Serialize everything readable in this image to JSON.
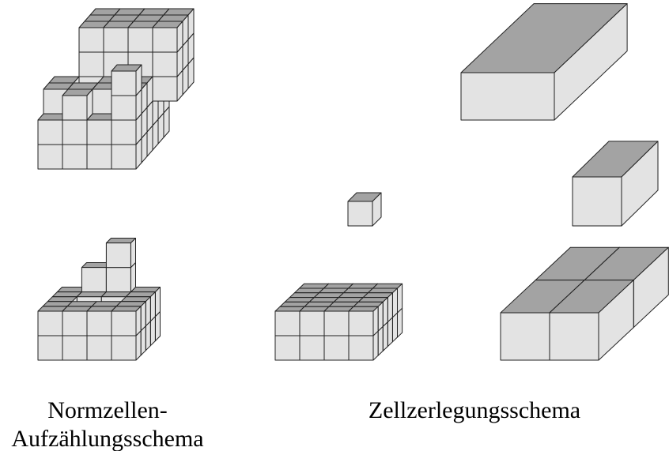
{
  "captions": {
    "normal_cell_line1": "Normzellen-",
    "normal_cell_line2": "Aufzählungsschema",
    "cell_decomposition": "Zellzerlegungsschema"
  },
  "colors": {
    "front_face": "#e3e3e3",
    "side_face": "#e3e3e3",
    "top_face": "#a3a3a3",
    "edge": "#222222",
    "background": "#ffffff"
  }
}
